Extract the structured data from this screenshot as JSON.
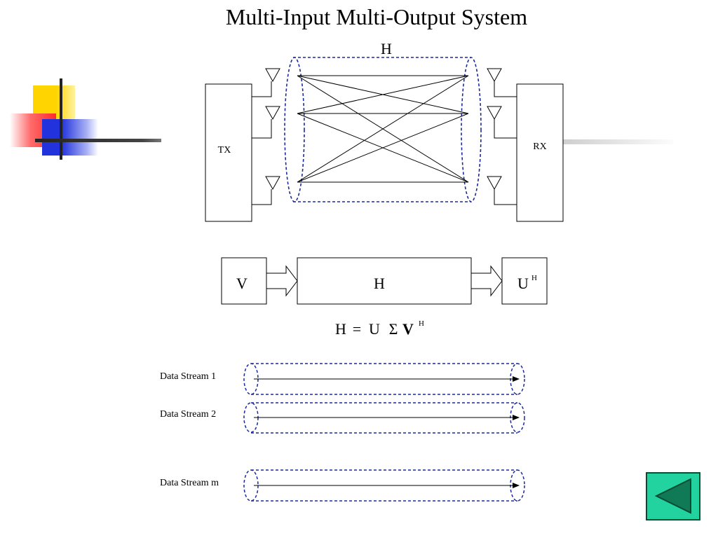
{
  "slide": {
    "title": "Multi-Input Multi-Output System"
  },
  "mimo_diagram": {
    "channel_label": "H",
    "transmitter_label": "TX",
    "receiver_label": "RX"
  },
  "block_diagram": {
    "precoder_label": "V",
    "channel_label": "H",
    "decoder_label": "U",
    "decoder_superscript": "H"
  },
  "equation": {
    "lhs": "H",
    "equals": "=",
    "u": "U",
    "sigma": "Σ",
    "v": "V",
    "superscript": "H"
  },
  "data_streams": [
    {
      "label": "Data Stream 1"
    },
    {
      "label": "Data Stream 2"
    },
    {
      "label": "Data Stream m"
    }
  ],
  "navigation": {
    "back_button_icon": "triangle-left-icon"
  },
  "colors": {
    "dashed_outline": "#1c2a9a",
    "nav_button_fill": "#22d3a0",
    "nav_button_border": "#0b4a33",
    "nav_icon_fill": "#0f7a55",
    "deco_yellow": "#ffd400",
    "deco_red": "#ff2a2a",
    "deco_blue": "#2233dd"
  }
}
